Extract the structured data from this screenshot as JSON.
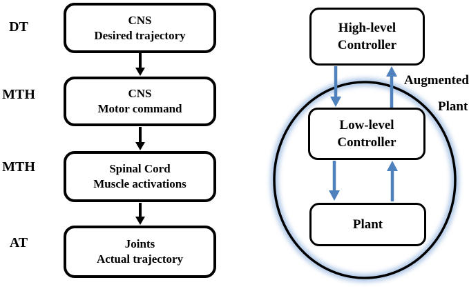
{
  "colors": {
    "background": "#ffffff",
    "line-black": "#000000",
    "arrow-blue": "#4f81bd",
    "ellipse-glow-blue": "#b3cbe8",
    "box-fill": "#ffffff"
  },
  "left_panel": {
    "stage_labels": [
      "DT",
      "MTH",
      "MTH",
      "AT"
    ],
    "boxes": [
      {
        "line1": "CNS",
        "line2": "Desired trajectory"
      },
      {
        "line1": "CNS",
        "line2": "Motor command"
      },
      {
        "line1": "Spinal Cord",
        "line2": "Muscle activations"
      },
      {
        "line1": "Joints",
        "line2": "Actual trajectory"
      }
    ]
  },
  "right_panel": {
    "boxes": [
      {
        "line1": "High-level",
        "line2": "Controller"
      },
      {
        "line1": "Low-level",
        "line2": "Controller"
      },
      {
        "line1": "Plant"
      }
    ],
    "ellipse_label": {
      "line1": "Augmented",
      "line2": "Plant"
    }
  }
}
